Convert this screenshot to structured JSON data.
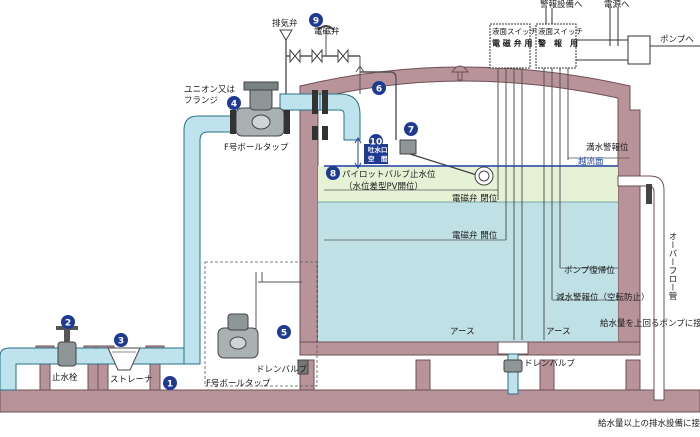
{
  "labels": {
    "vent_valve": "排気弁",
    "solenoid_valve": "電磁弁",
    "alarm_device_to": "警報設備へ",
    "power_to": "電源へ",
    "to_pump": "ポンプへ",
    "union_or_flange_1": "ユニオン又は",
    "union_or_flange_2": "フランジ",
    "float_tap_f_upper": "F号ボールタップ",
    "float_tap_f_lower": "F号ボールタップ",
    "level_switch_1": "液面スイッチ",
    "solenoid_use": "電 磁 弁 用",
    "level_switch_2": "液面スイッチ",
    "alarm_use": "警　報　用",
    "full_alarm_level": "満水警報位",
    "overflow_surface": "越流面",
    "pilot_stop_level": "パイロットバルブ止水位",
    "pv_open_level": "（水位差型PV開位）",
    "solenoid_close": "電磁弁 閉位",
    "solenoid_open": "電磁弁 開位",
    "pump_restart": "ポンプ復帰位",
    "low_alarm": "減水警報位（空転防止）",
    "overflow_pipe": "オーバーフロー管",
    "supply_pump_connect": "給水量を上回るポンプに接続",
    "drain_connect": "給水量以上の排水設備に接続",
    "stop_cock": "止水栓",
    "strainer": "ストレーナ",
    "drain_valve_inner": "ドレンバルブ",
    "drain_valve": "ドレンバルブ",
    "earth_1": "アース",
    "earth_2": "アース",
    "inlet_opening_1": "吐水口",
    "inlet_opening_2": "空　間"
  },
  "badges": [
    "1",
    "2",
    "3",
    "4",
    "5",
    "6",
    "7",
    "8",
    "9",
    "10"
  ],
  "colors": {
    "wall": "#b8949a",
    "wall_dark": "#8f6b70",
    "pipe_fill": "#bfe3ec",
    "pipe_stroke": "#2a6f88",
    "water": "#bfe1e6",
    "water_top": "#e6f2d6",
    "badge": "#1f3a93",
    "overflow_line": "#1d3fa0"
  }
}
